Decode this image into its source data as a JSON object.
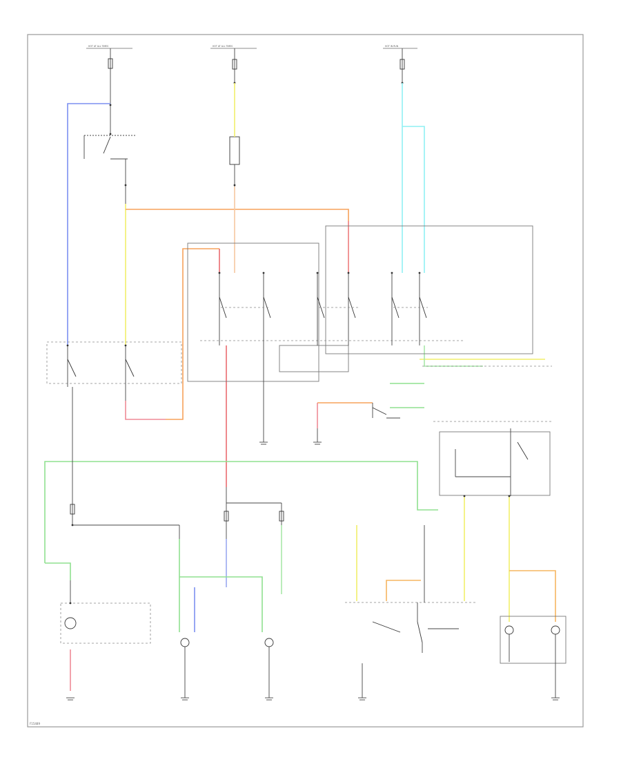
{
  "colors": {
    "blue": "#7b8ff0",
    "yellow": "#f2ef6a",
    "orange": "#f7a25a",
    "pink": "#ef8a96",
    "red": "#ea6a70",
    "cyan": "#8ff0f4",
    "green": "#8fe08f",
    "lightgreen": "#a9e8a9",
    "peach": "#f5b560",
    "lightblue": "#9aa8f0",
    "frame": "#999999",
    "wire_dark": "#444444"
  },
  "labels": {
    "hot_top_1": "HOT AT ALL TIMES",
    "hot_top_2": "HOT AT ALL TIMES",
    "hot_top_3": "HOT IN RUN",
    "footer_code": "F15489"
  }
}
